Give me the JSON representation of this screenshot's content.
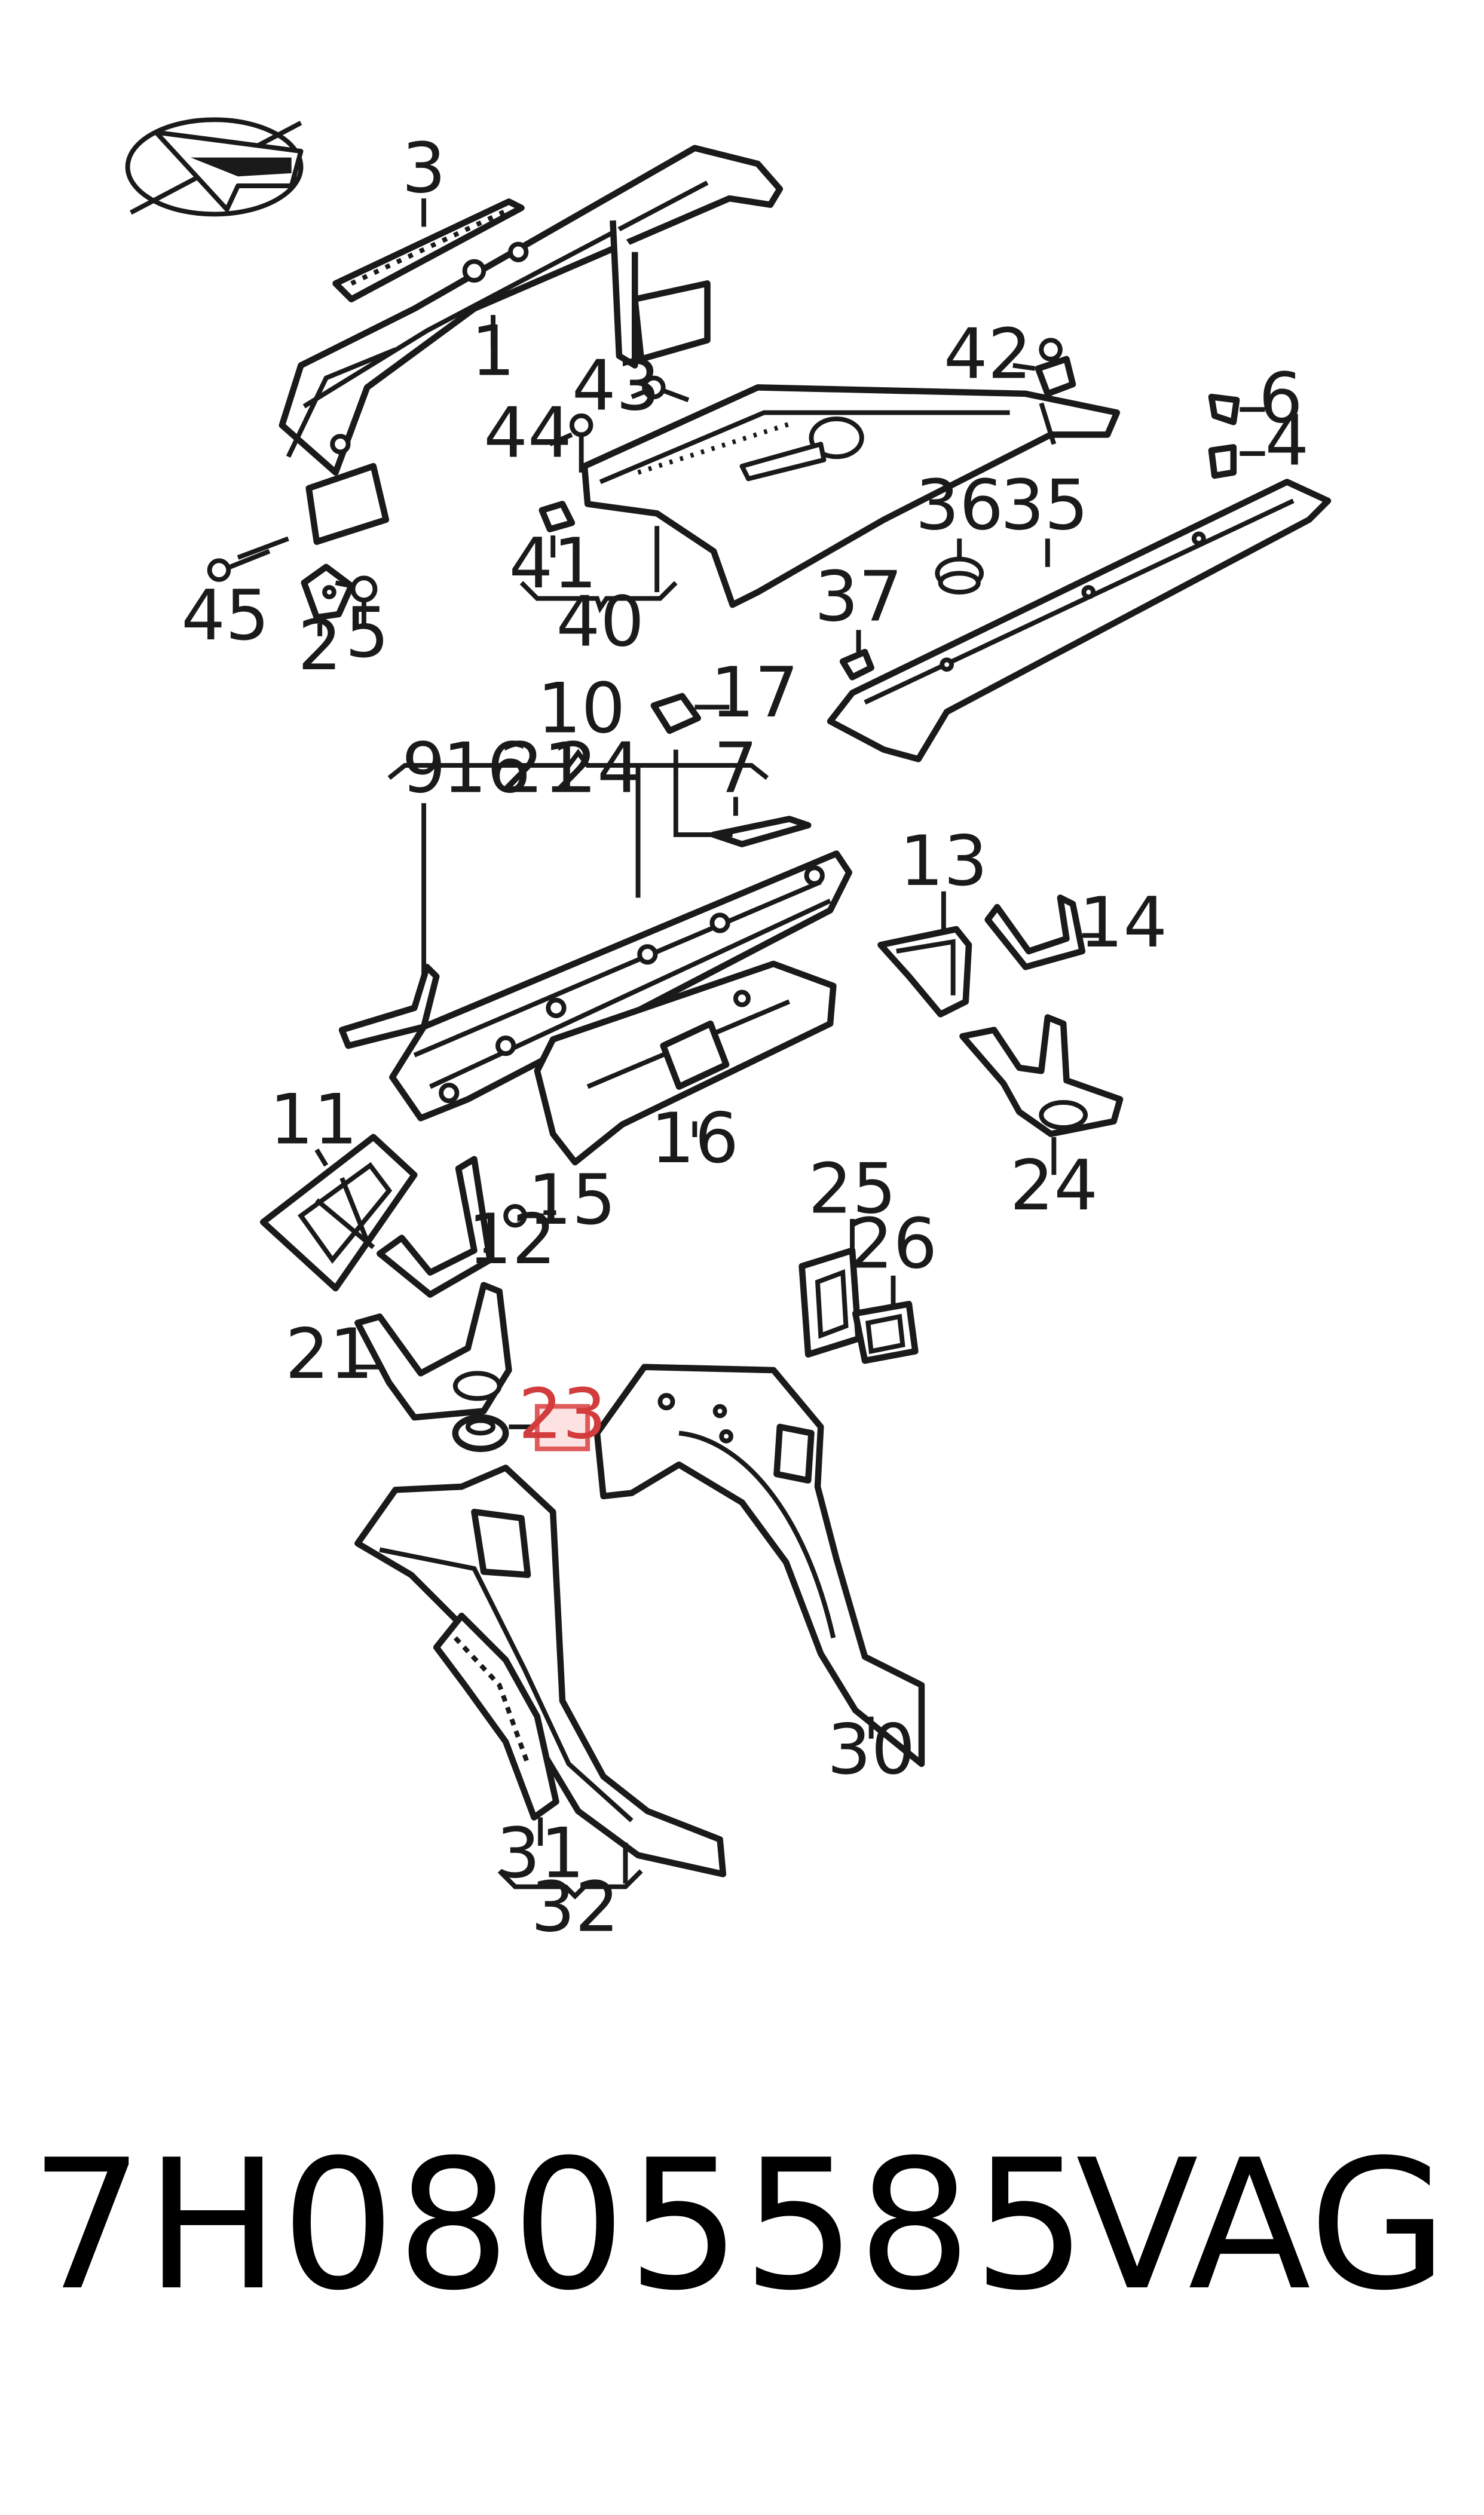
{
  "diagram": {
    "callouts": {
      "c1": "1",
      "c2": "2",
      "c3": "3",
      "c4": "4",
      "c5": "5",
      "c6": "6",
      "c7": "7",
      "c9": "9",
      "c10": "10",
      "c11": "11",
      "c12": "12",
      "c13": "13",
      "c14": "14",
      "c15": "15",
      "c16a": "16",
      "c16b": "16",
      "c17": "17",
      "c21a": "21",
      "c21b": "21",
      "c23": "23",
      "c24a": "24",
      "c24b": "24",
      "c25": "25",
      "c26": "26",
      "c30": "30",
      "c31": "31",
      "c32": "32",
      "c35": "35",
      "c36": "36",
      "c37": "37",
      "c40": "40",
      "c41": "41",
      "c42": "42",
      "c43": "43",
      "c44": "44",
      "c45": "45"
    },
    "highlighted_callout": "23",
    "highlight_color": "#e05a5a",
    "orientation_icon": "direction-arrow-icon"
  },
  "footer": {
    "part_number": "7H0805585",
    "brand": "VAG"
  }
}
